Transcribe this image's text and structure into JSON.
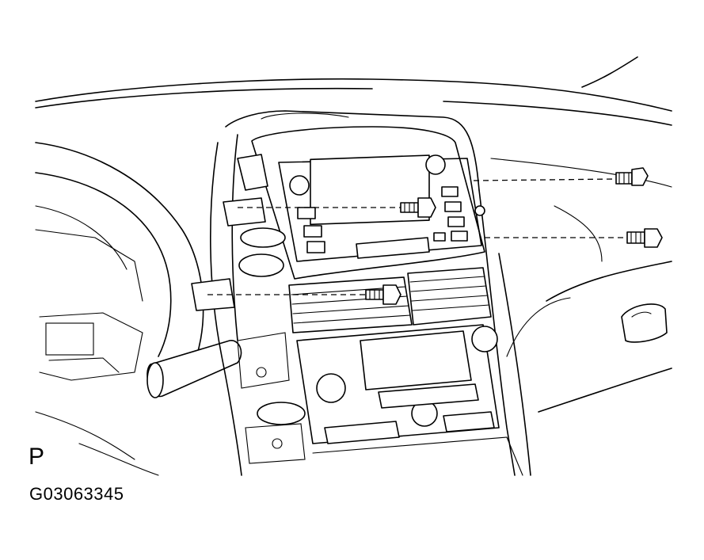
{
  "figure": {
    "view_letter": "P",
    "figure_code": "G03063345"
  },
  "parts": {
    "screws": [
      "upper-right-screw",
      "middle-right-screw",
      "center-screw",
      "lower-center-screw"
    ],
    "line_color": "#000000",
    "background_color": "#ffffff"
  }
}
